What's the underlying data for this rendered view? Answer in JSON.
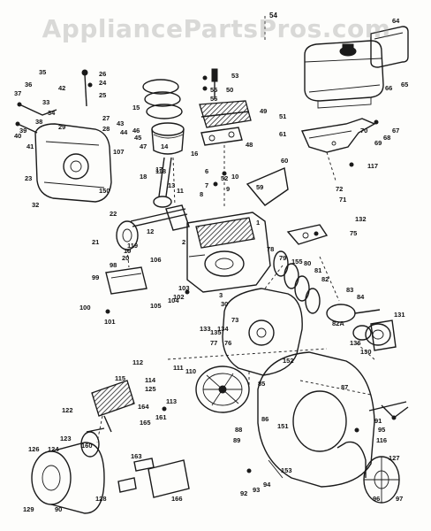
{
  "watermark": "AppliancePartsPros.com",
  "corner_number": "54",
  "part_labels": [
    "1",
    "2",
    "3",
    "6",
    "7",
    "8",
    "9",
    "10",
    "11",
    "12",
    "13",
    "14",
    "15",
    "16",
    "17",
    "18",
    "19",
    "20",
    "21",
    "22",
    "23",
    "24",
    "25",
    "26",
    "27",
    "28",
    "29",
    "30",
    "32",
    "33",
    "34",
    "35",
    "36",
    "37",
    "38",
    "39",
    "40",
    "41",
    "42",
    "43",
    "44",
    "45",
    "46",
    "47",
    "48",
    "49",
    "50",
    "51",
    "52",
    "53",
    "55",
    "56",
    "59",
    "60",
    "61",
    "64",
    "65",
    "66",
    "67",
    "68",
    "69",
    "70",
    "71",
    "72",
    "73",
    "75",
    "76",
    "77",
    "78",
    "79",
    "80",
    "81",
    "82",
    "82A",
    "83",
    "84",
    "85",
    "86",
    "87",
    "88",
    "89",
    "90",
    "91",
    "92",
    "93",
    "94",
    "95",
    "96",
    "97",
    "98",
    "99",
    "100",
    "101",
    "102",
    "103",
    "104",
    "105",
    "106",
    "107",
    "110",
    "111",
    "112",
    "113",
    "114",
    "115",
    "116",
    "117",
    "118",
    "119",
    "122",
    "123",
    "124",
    "125",
    "126",
    "127",
    "128",
    "129",
    "130",
    "131",
    "132",
    "133",
    "134",
    "135",
    "136",
    "150",
    "151",
    "152",
    "153",
    "155",
    "160",
    "161",
    "163",
    "164",
    "165",
    "166"
  ]
}
